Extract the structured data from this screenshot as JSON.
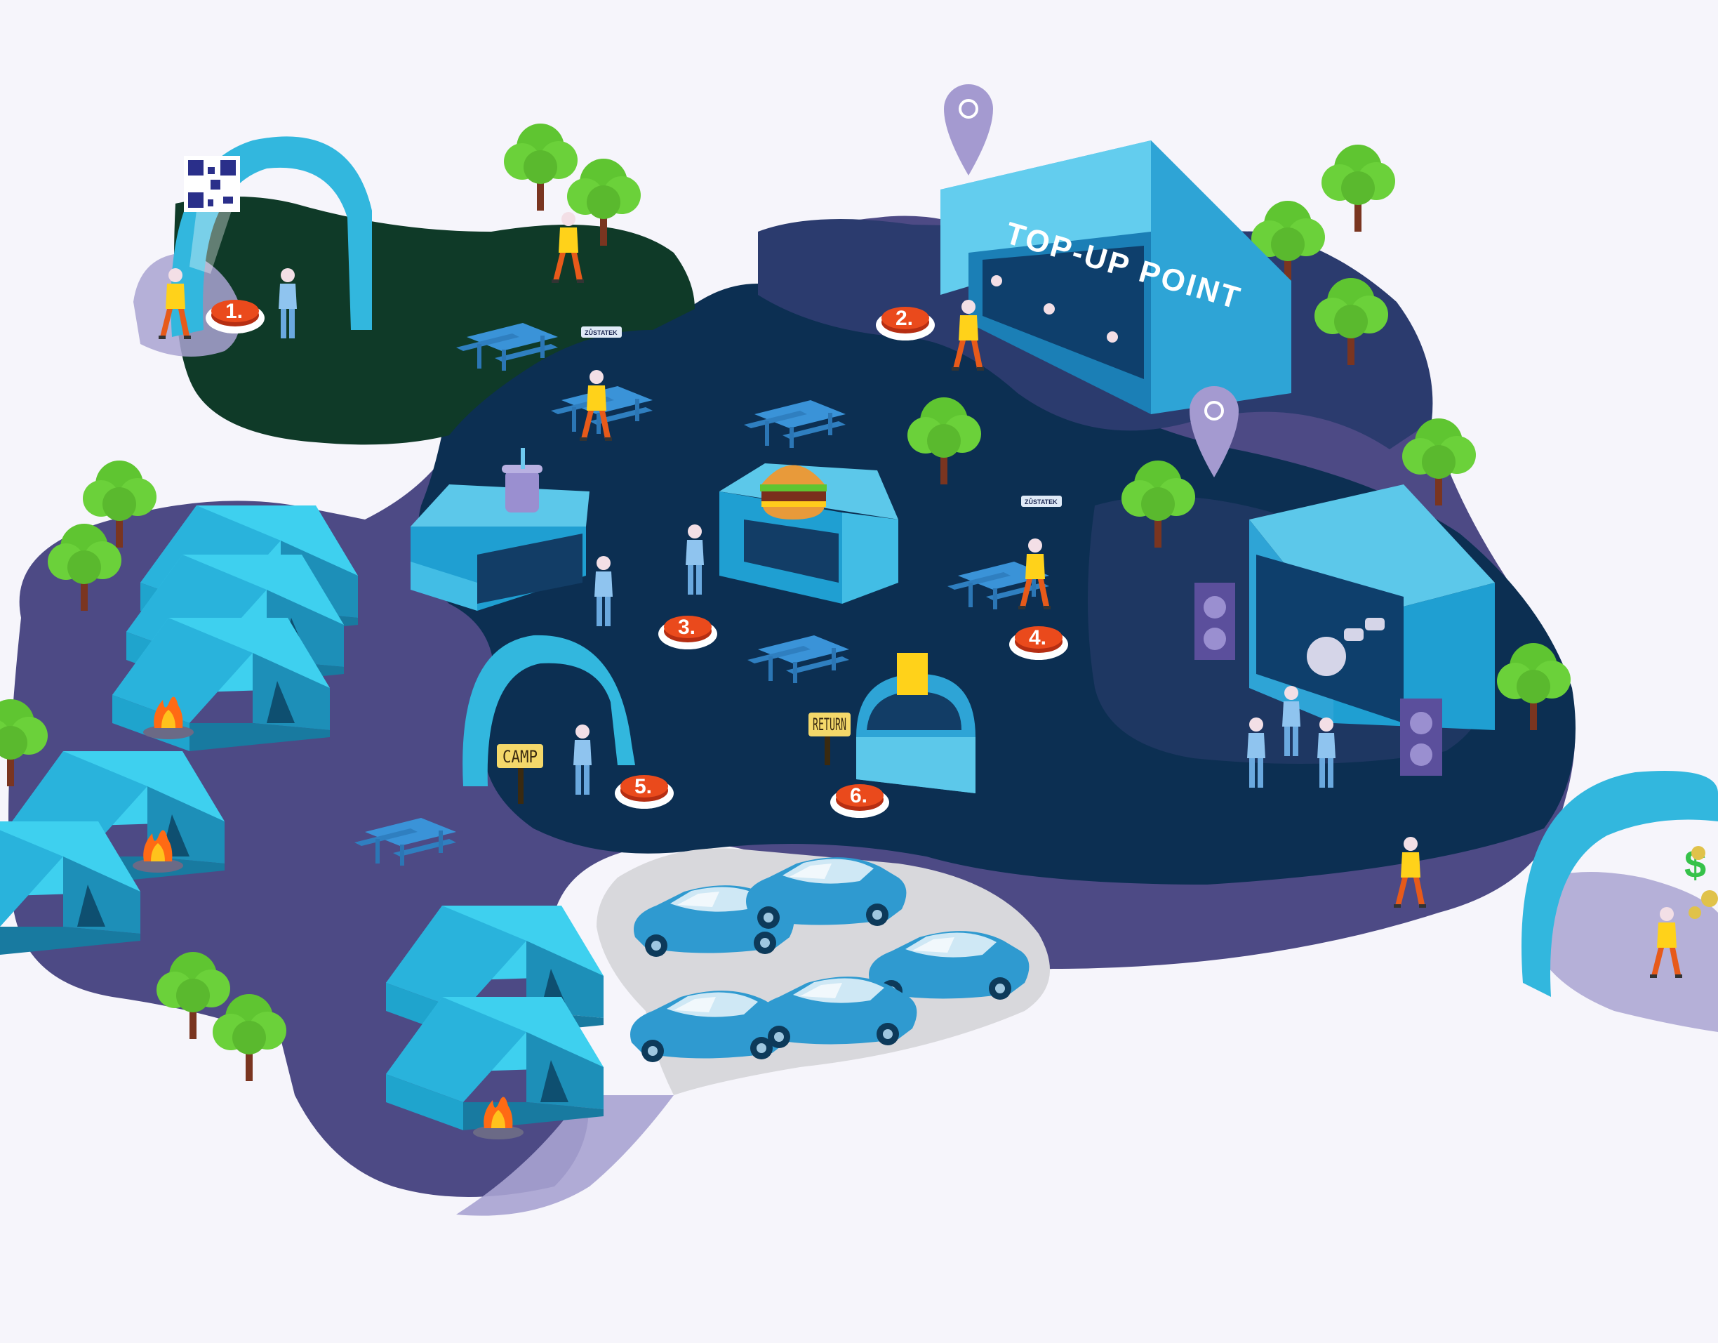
{
  "colors": {
    "background": "#f6f5fb",
    "ground_dark": "#0c2f52",
    "ground_mid": "#2b3b6e",
    "ground_purple": "#4d4a85",
    "ground_green": "#0f3a28",
    "tent_blue": "#35c2e6",
    "step_button": "#e8401c",
    "tree_green": "#6bd13a",
    "pin_purple": "#a49ad0"
  },
  "top_up_point": {
    "label": "TOP-UP POINT"
  },
  "steps": [
    {
      "id": "1",
      "label": "1."
    },
    {
      "id": "2",
      "label": "2."
    },
    {
      "id": "3",
      "label": "3."
    },
    {
      "id": "4",
      "label": "4."
    },
    {
      "id": "5",
      "label": "5."
    },
    {
      "id": "6",
      "label": "6."
    }
  ],
  "signs": {
    "camp": "CAMP",
    "return": "RETURN",
    "balance_1": "ZŮSTATEK",
    "balance_2": "ZŮSTATEK"
  },
  "icons": {
    "qr": "qr-code-icon",
    "pin": "location-pin-icon",
    "money": "dollar-icon",
    "burger": "burger-icon",
    "drink": "drink-cup-icon",
    "fire": "campfire-icon"
  }
}
